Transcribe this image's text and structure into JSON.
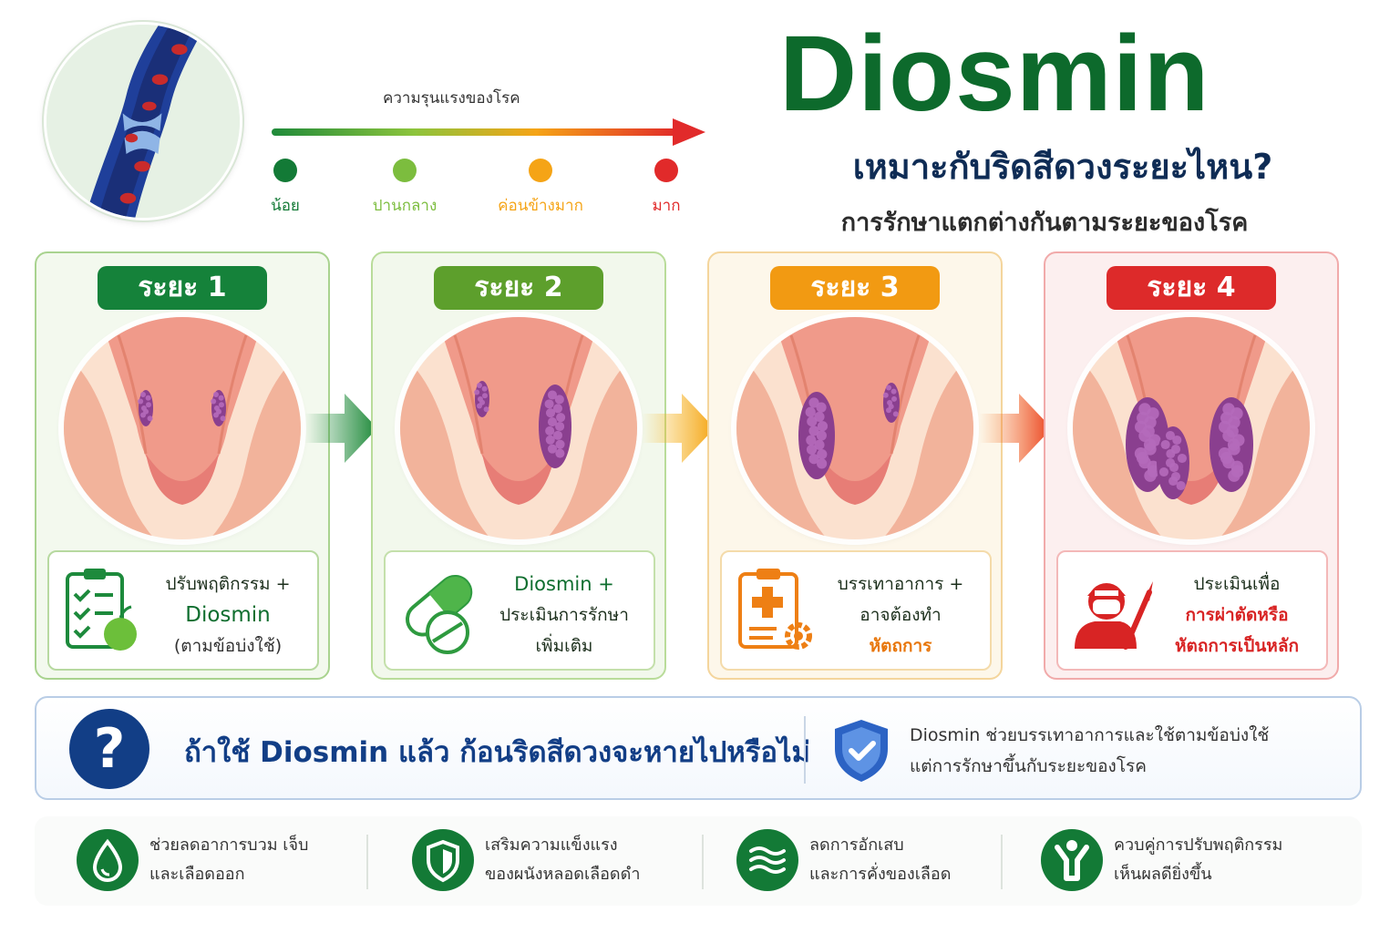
{
  "header": {
    "title": "Diosmin",
    "subtitle": "เหมาะกับริดสีดวงระยะไหน?",
    "subtitle2": "การรักษาแตกต่างกันตามระยะของโรค",
    "severity_label": "ความรุนแรงของโรค",
    "severity_levels": [
      {
        "label": "น้อย",
        "color": "#137a36"
      },
      {
        "label": "ปานกลาง",
        "color": "#7cbd3e"
      },
      {
        "label": "ค่อนข้างมาก",
        "color": "#f5a416"
      },
      {
        "label": "มาก",
        "color": "#e12a2a"
      }
    ]
  },
  "stages": [
    {
      "badge": "ระยะ 1",
      "color": "#15823a",
      "lines": [
        {
          "text": "ปรับพฤติกรรม +",
          "color": "#1c2f1c"
        },
        {
          "text": "Diosmin",
          "color": "#0f6e2f"
        },
        {
          "text": "(ตามข้อบ่งใช้)",
          "color": "#333333"
        }
      ],
      "icon": "clipboard-apple-icon"
    },
    {
      "badge": "ระยะ 2",
      "color": "#5d9f2c",
      "lines": [
        {
          "text": "Diosmin +",
          "color": "#0f6e2f"
        },
        {
          "text": "ประเมินการรักษา",
          "color": "#1c2f1c"
        },
        {
          "text": "เพิ่มเติม",
          "color": "#1c2f1c"
        }
      ],
      "icon": "pill-capsule-icon"
    },
    {
      "badge": "ระยะ 3",
      "color": "#f29a12",
      "lines": [
        {
          "text": "บรรเทาอาการ +",
          "color": "#1c2f1c"
        },
        {
          "text": "อาจต้องทำ",
          "color": "#1c2f1c"
        },
        {
          "text": "หัตถการ",
          "color": "#e8770c"
        }
      ],
      "icon": "medical-clipboard-gear-icon"
    },
    {
      "badge": "ระยะ 4",
      "color": "#dd2a2a",
      "lines": [
        {
          "text": "ประเมินเพื่อ",
          "color": "#1c2f1c"
        },
        {
          "text": "การผ่าตัดหรือ",
          "color": "#d82424"
        },
        {
          "text": "หัตถการเป็นหลัก",
          "color": "#d82424"
        }
      ],
      "icon": "surgeon-scalpel-icon"
    }
  ],
  "question": {
    "text": "ถ้าใช้ Diosmin แล้ว ก้อนริดสีดวงจะหายไปหรือไม่",
    "answer_line1": "Diosmin ช่วยบรรเทาอาการและใช้ตามข้อบ่งใช้",
    "answer_line2": "แต่การรักษาขึ้นกับระยะของโรค"
  },
  "benefits": [
    {
      "line1": "ช่วยลดอาการบวม เจ็บ",
      "line2": "และเลือดออก",
      "icon": "water-drop-icon"
    },
    {
      "line1": "เสริมความแข็งแรง",
      "line2": "ของผนังหลอดเลือดดำ",
      "icon": "shield-icon"
    },
    {
      "line1": "ลดการอักเสบ",
      "line2": "และการคั่งของเลือด",
      "icon": "waves-icon"
    },
    {
      "line1": "ควบคู่การปรับพฤติกรรม",
      "line2": "เห็นผลดียิ่งขึ้น",
      "icon": "person-arms-up-icon"
    }
  ]
}
